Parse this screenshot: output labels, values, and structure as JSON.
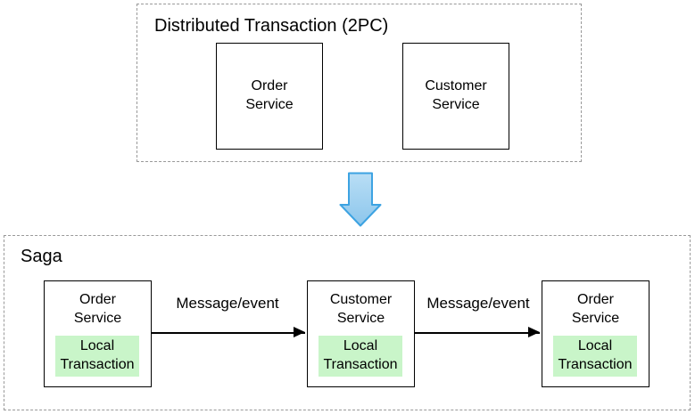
{
  "colors": {
    "box_border": "#000000",
    "group_border": "#999999",
    "arrow_color": "#000000",
    "local_transaction_bg": "#c9f5c9",
    "down_arrow_fill_light": "#b9def5",
    "down_arrow_fill_dark": "#8cc6ec",
    "down_arrow_stroke": "#3da3e2"
  },
  "twopc": {
    "title": "Distributed Transaction (2PC)",
    "services": [
      {
        "name": "Order\nService"
      },
      {
        "name": "Customer\nService"
      }
    ]
  },
  "transition": {
    "icon": "down-arrow-icon"
  },
  "saga": {
    "title": "Saga",
    "services": [
      {
        "name": "Order\nService",
        "local": "Local\nTransaction"
      },
      {
        "name": "Customer\nService",
        "local": "Local\nTransaction"
      },
      {
        "name": "Order\nService",
        "local": "Local\nTransaction"
      }
    ],
    "arrows": [
      {
        "label": "Message/event"
      },
      {
        "label": "Message/event"
      }
    ]
  }
}
